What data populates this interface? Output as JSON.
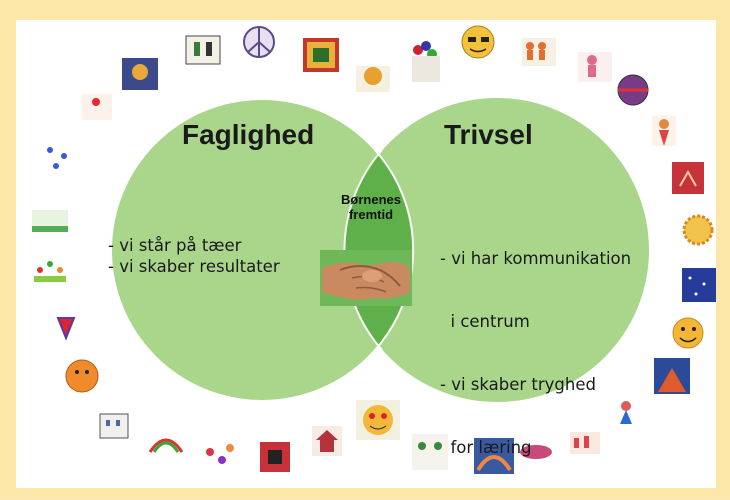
{
  "left_circle": {
    "title": "Faglighed",
    "bullets": [
      "- vi står på tæer",
      "- vi skaber resultater"
    ]
  },
  "right_circle": {
    "title": "Trivsel",
    "bullets": [
      "- vi har kommunikation",
      "  i centrum",
      "- vi skaber tryghed",
      "  for læring"
    ]
  },
  "intersection": {
    "label_line1": "Børnenes",
    "label_line2": "fremtid",
    "image": "handshake"
  },
  "colors": {
    "background": "#fde7a8",
    "circle": "#a8d58a",
    "intersection": "#5cae4a"
  }
}
